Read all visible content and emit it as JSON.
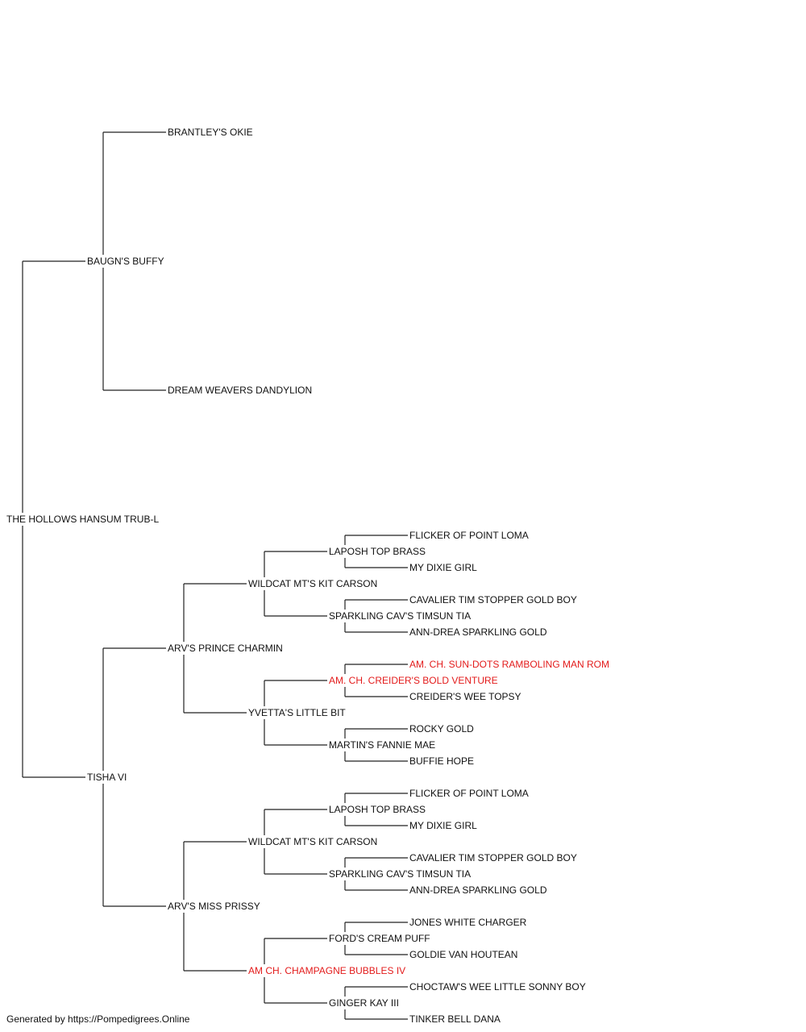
{
  "footer": "Generated by https://Pompedigrees.Online",
  "colors": {
    "text": "#111111",
    "champion": "#e31b1b",
    "line": "#222222",
    "background": "#ffffff"
  },
  "pedigree": {
    "name": "THE HOLLOWS HANSUM TRUB-L",
    "sire": {
      "name": "BAUGN'S BUFFY",
      "sire": {
        "name": "BRANTLEY'S OKIE"
      },
      "dam": {
        "name": "DREAM WEAVERS DANDYLION"
      }
    },
    "dam": {
      "name": "TISHA VI",
      "sire": {
        "name": "ARV'S PRINCE CHARMIN",
        "sire": {
          "name": "WILDCAT MT'S KIT CARSON",
          "sire": {
            "name": "LAPOSH TOP BRASS",
            "sire": {
              "name": "FLICKER OF POINT LOMA"
            },
            "dam": {
              "name": "MY DIXIE GIRL"
            }
          },
          "dam": {
            "name": "SPARKLING CAV'S TIMSUN TIA",
            "sire": {
              "name": "CAVALIER TIM STOPPER GOLD BOY"
            },
            "dam": {
              "name": "ANN-DREA SPARKLING GOLD"
            }
          }
        },
        "dam": {
          "name": "YVETTA'S LITTLE BIT",
          "sire": {
            "name": "AM. CH. CREIDER'S BOLD VENTURE",
            "champion": true,
            "sire": {
              "name": "AM. CH. SUN-DOTS RAMBOLING MAN ROM",
              "champion": true
            },
            "dam": {
              "name": "CREIDER'S WEE TOPSY"
            }
          },
          "dam": {
            "name": "MARTIN'S FANNIE MAE",
            "sire": {
              "name": "ROCKY GOLD"
            },
            "dam": {
              "name": "BUFFIE HOPE"
            }
          }
        }
      },
      "dam": {
        "name": "ARV'S MISS PRISSY",
        "sire": {
          "name": "WILDCAT MT'S KIT CARSON",
          "sire": {
            "name": "LAPOSH TOP BRASS",
            "sire": {
              "name": "FLICKER OF POINT LOMA"
            },
            "dam": {
              "name": "MY DIXIE GIRL"
            }
          },
          "dam": {
            "name": "SPARKLING CAV'S TIMSUN TIA",
            "sire": {
              "name": "CAVALIER TIM STOPPER GOLD BOY"
            },
            "dam": {
              "name": "ANN-DREA SPARKLING GOLD"
            }
          }
        },
        "dam": {
          "name": "AM CH. CHAMPAGNE BUBBLES IV",
          "champion": true,
          "sire": {
            "name": "FORD'S CREAM PUFF",
            "sire": {
              "name": "JONES WHITE CHARGER"
            },
            "dam": {
              "name": "GOLDIE VAN HOUTEAN"
            }
          },
          "dam": {
            "name": "GINGER KAY III",
            "sire": {
              "name": "CHOCTAW'S WEE LITTLE SONNY BOY"
            },
            "dam": {
              "name": "TINKER BELL DANA"
            }
          }
        }
      }
    }
  }
}
